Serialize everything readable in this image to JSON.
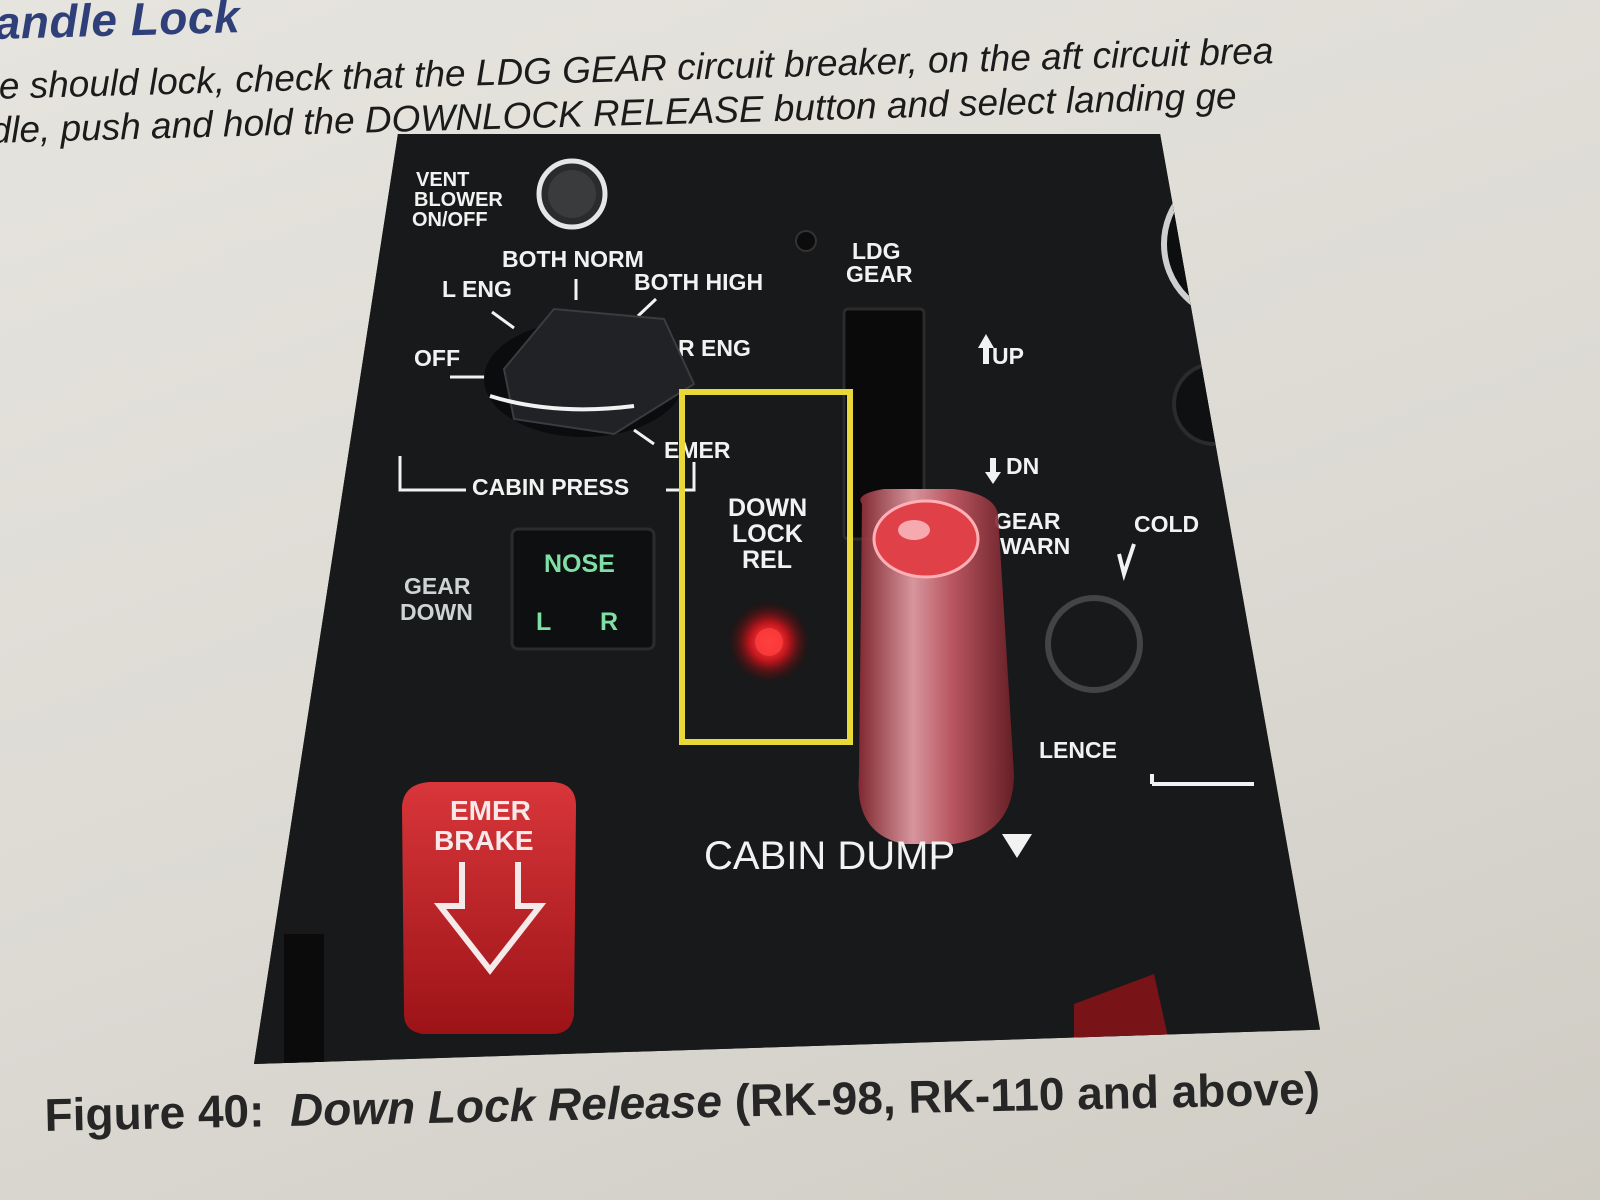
{
  "document": {
    "heading": "andle Lock",
    "line1_prefix": "le should lock, check that the LDG GEAR circuit breaker, on the aft circuit brea",
    "line2_prefix": "dle, push and hold the DOWNLOCK RELEASE button and select landing ge"
  },
  "panel": {
    "vent_blower": [
      "VENT",
      "BLOWER",
      "ON/OFF"
    ],
    "both_norm": "BOTH NORM",
    "l_eng": "L ENG",
    "both_high": "BOTH HIGH",
    "off": "OFF",
    "r_eng": "R ENG",
    "emer": "EMER",
    "cabin_press": "CABIN PRESS",
    "ldg_gear": [
      "LDG",
      "GEAR"
    ],
    "up": "UP",
    "dn": "DN",
    "gear_warn": [
      "GEAR",
      "WARN"
    ],
    "cold": "COLD",
    "gear_down": [
      "GEAR",
      "DOWN"
    ],
    "nose": "NOSE",
    "left": "L",
    "right": "R",
    "down_lock_rel": [
      "DOWN",
      "LOCK",
      "REL"
    ],
    "silence_partial": "LENCE",
    "cabin_dump": "CABIN DUMP",
    "emer_brake": [
      "EMER",
      "BRAKE"
    ]
  },
  "caption": {
    "figure_label": "Figure 40:",
    "description": "Down Lock Release",
    "models": "(RK-98, RK-110 and above)"
  },
  "colors": {
    "heading": "#2f3f7a",
    "highlight_box": "#e8d83a",
    "indicator_green": "#7fe0a6",
    "warning_red": "#e02a2a"
  }
}
